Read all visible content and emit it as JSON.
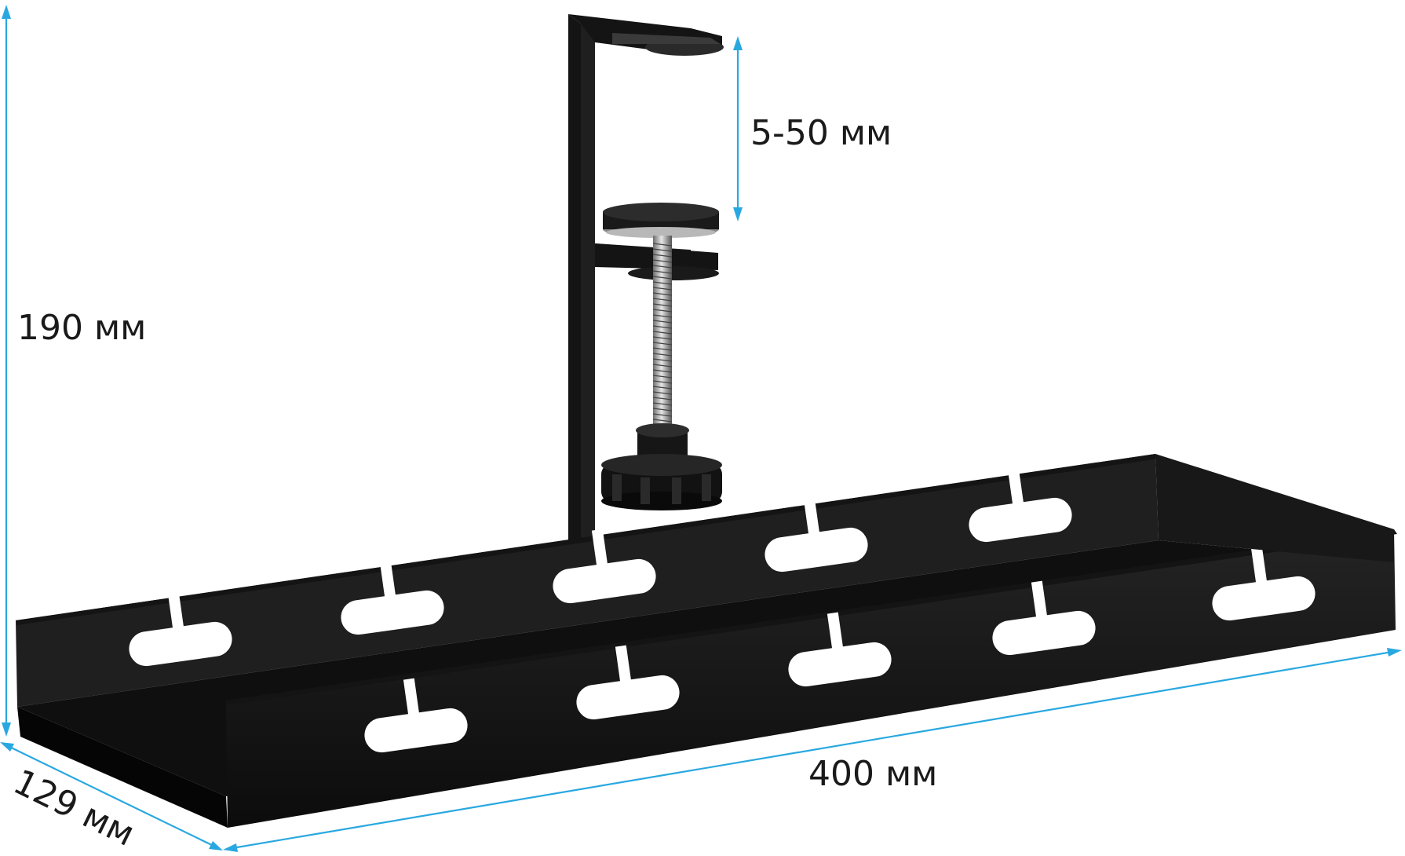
{
  "colors": {
    "dimension": "#29a8e0",
    "metal": "#141414",
    "background": "#ffffff"
  },
  "dimensions": {
    "height": "190 мм",
    "clamp_range": "5-50 мм",
    "length": "400 мм",
    "depth": "129 мм"
  }
}
